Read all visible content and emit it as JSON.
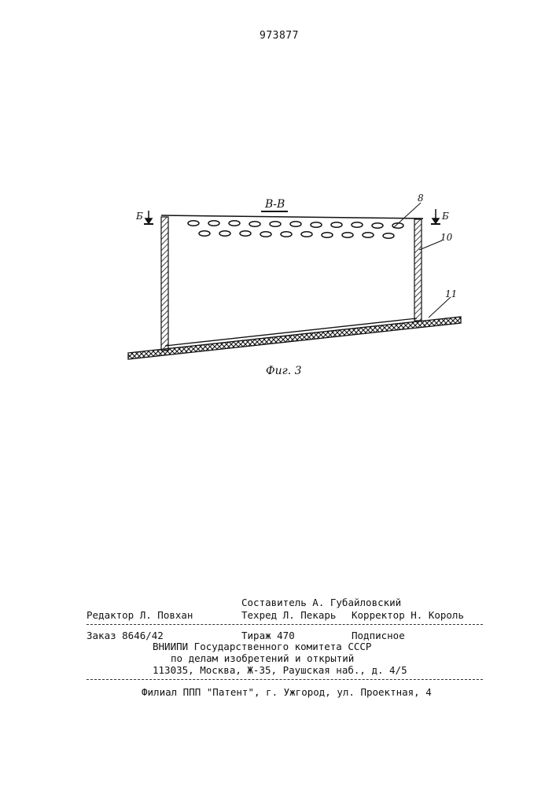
{
  "page": {
    "patent_number": "973877"
  },
  "drawing": {
    "section_label": "В-В",
    "cut_mark_left": "Б",
    "cut_mark_right": "Б",
    "label_8": "8",
    "label_10": "10",
    "label_11": "11",
    "figure_caption": "Фиг. 3"
  },
  "imprint": {
    "compiler": "Составитель А. Губайловский",
    "editor": "Редактор Л. Повхан",
    "techred": "Техред Л. Пекарь",
    "corrector": "Корректор Н. Король",
    "order": "Заказ 8646/42",
    "circulation": "Тираж 470",
    "subscription": "Подписное",
    "org_line1": "ВНИИПИ Государственного комитета СССР",
    "org_line2": "по делам изобретений и открытий",
    "org_address": "113035, Москва, Ж-35, Раушская наб., д. 4/5",
    "branch": "Филиал ППП \"Патент\", г. Ужгород, ул. Проектная, 4"
  }
}
